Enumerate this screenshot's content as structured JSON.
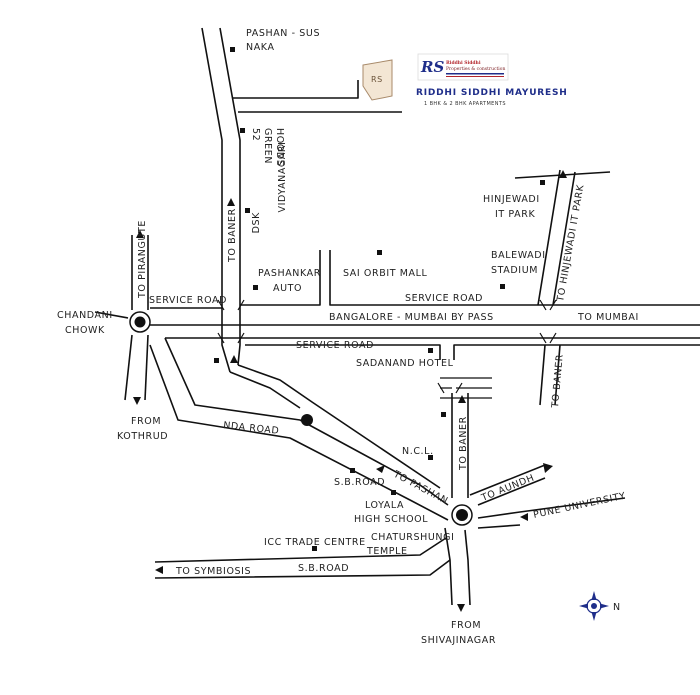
{
  "labels": {
    "pashan_sus_naka_1": "PASHAN - SUS",
    "pashan_sus_naka_2": "NAKA",
    "green_hoods_1": "52",
    "green_hoods_2": "GREEN",
    "green_hoods_3": "HOODS",
    "dsk_1": "DSK",
    "dsk_2": "VIDYANAGARI",
    "to_baner_left": "TO BANER",
    "pashankar_1": "PASHANKAR",
    "pashankar_2": "AUTO",
    "sai_orbit_mall": "SAI ORBIT MALL",
    "hinjewadi_it_1": "HINJEWADI",
    "hinjewadi_it_2": "IT PARK",
    "balewadi_1": "BALEWADI",
    "balewadi_2": "STADIUM",
    "to_hinjewadi_it_park": "TO HINJEWADI IT PARK",
    "to_pirangute": "TO PIRANGUTE",
    "service_road_left": "SERVICE ROAD",
    "service_road_right": "SERVICE ROAD",
    "chandani_1": "CHANDANI",
    "chandani_2": "CHOWK",
    "bypass": "BANGALORE - MUMBAI BY PASS",
    "to_mumbai": "TO MUMBAI",
    "service_road_lower": "SERVICE ROAD",
    "sadanand_hotel": "SADANAND HOTEL",
    "to_baner_right": "TO BANER",
    "from_kothrud_1": "FROM",
    "from_kothrud_2": "KOTHRUD",
    "nda_road": "NDA ROAD",
    "ncl": "N.C.L.",
    "to_baner_mid": "TO BANER",
    "sb_road_upper": "S.B.ROAD",
    "to_pashan": "TO PASHAN",
    "to_aundh": "TO AUNDH",
    "loyala_1": "LOYALA",
    "loyala_2": "HIGH SCHOOL",
    "pune_university": "PUNE UNIVERSITY",
    "icc_trade_centre": "ICC TRADE CENTRE",
    "chaturshungi_1": "CHATURSHUNGI",
    "chaturshungi_2": "TEMPLE",
    "to_symbiosis": "TO SYMBIOSIS",
    "sb_road_lower": "S.B.ROAD",
    "from_shivajinagar_1": "FROM",
    "from_shivajinagar_2": "SHIVAJINAGAR",
    "north": "N"
  },
  "site": {
    "marker": "RS",
    "project_name": "RIDDHI SIDDHI MAYURESH",
    "project_sub": "1 BHK & 2 BHK APARTMENTS",
    "logo_mark": "RS",
    "logo_line1": "Riddhi Siddhi",
    "logo_line2": "Properties & construction"
  },
  "colors": {
    "road": "#111111",
    "brand_blue": "#1f2e8a",
    "brand_red": "#b3262c",
    "site_fill": "#f3e6d4"
  },
  "icons": {
    "compass": "compass-rose-icon",
    "roundabout": "roundabout-marker",
    "landmark": "landmark-square-marker",
    "direction": "direction-arrow-icon"
  }
}
